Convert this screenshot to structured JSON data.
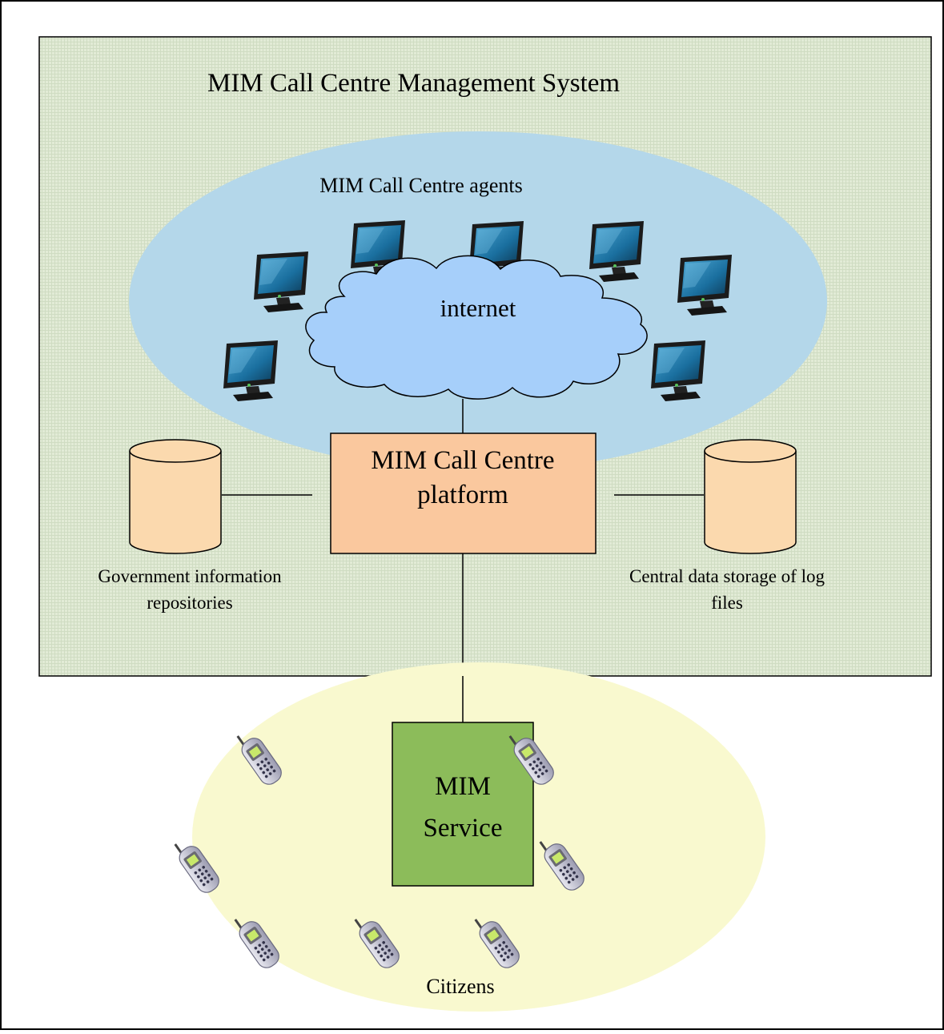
{
  "diagram": {
    "system_title": "MIM Call Centre Management System",
    "agents_label": "MIM Call Centre agents",
    "internet_label": "internet",
    "platform_label": [
      "MIM Call Centre",
      "platform"
    ],
    "gov_repo_label": [
      "Government information",
      "repositories"
    ],
    "log_storage_label": [
      "Central data storage of log",
      "files"
    ],
    "service_label": [
      "MIM",
      "Service"
    ],
    "citizens_label": "Citizens"
  },
  "colors": {
    "system_bg": "#e3ecd5",
    "agents_ellipse": "#b4d7ea",
    "cloud": "#a6cffa",
    "platform": "#fac89e",
    "cylinder": "#fbd9ae",
    "service": "#8cbc5a",
    "citizens_ellipse": "#f9f9cf"
  }
}
